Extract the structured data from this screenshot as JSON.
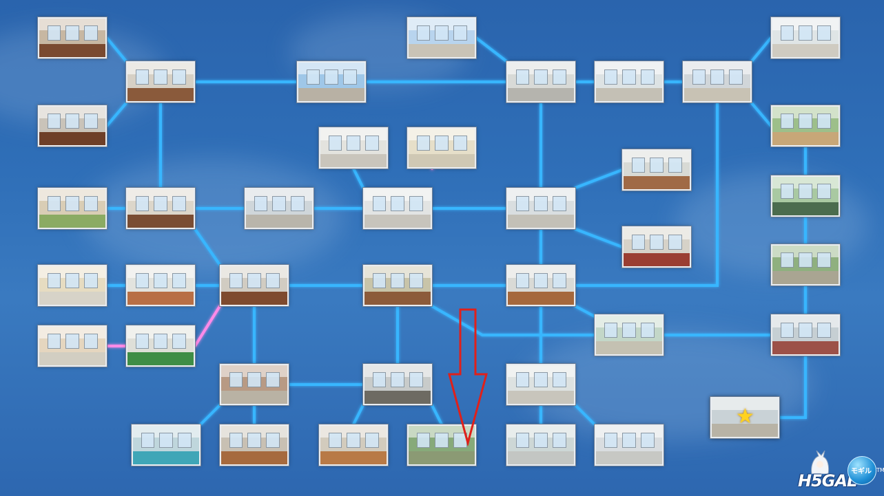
{
  "map": {
    "link_color": "#39b6ff",
    "link_glow": "#8fd9ff",
    "special_link_color": "#ff8be8",
    "arrow_color": "#e0201a"
  },
  "nodes": [
    {
      "id": "n_top_left_club",
      "icon": "club-room-scene",
      "tint": "#c7b7a2",
      "floor": "#7a4a30"
    },
    {
      "id": "n_lecture_room",
      "icon": "classroom-scene",
      "tint": "#c9c3b9",
      "floor": "#6e3f28"
    },
    {
      "id": "n_stairs_upper_left",
      "icon": "stairs-scene",
      "tint": "#d6d0c5",
      "floor": "#8a5a3b"
    },
    {
      "id": "n_rooftop_corridor",
      "icon": "exterior-walkway-scene",
      "tint": "#9fc7e8",
      "floor": "#b8b1a4"
    },
    {
      "id": "n_rooftop",
      "icon": "rooftop-scene",
      "tint": "#b8d4ee",
      "floor": "#c9c3b6"
    },
    {
      "id": "n_stairs_center",
      "icon": "stairwell-scene",
      "tint": "#d8dad7",
      "floor": "#b5b4ae"
    },
    {
      "id": "n_hallway_bright",
      "icon": "hallway-scene",
      "tint": "#dde3e4",
      "floor": "#c4c0b5"
    },
    {
      "id": "n_building_exterior",
      "icon": "courtyard-building-scene",
      "tint": "#d1d6d9",
      "floor": "#c8c2b4"
    },
    {
      "id": "n_cafeteria",
      "icon": "cafeteria-scene",
      "tint": "#dfe5e6",
      "floor": "#cfcbc1"
    },
    {
      "id": "n_athletic_field",
      "icon": "sports-field-scene",
      "tint": "#9dbf8a",
      "floor": "#c7a778"
    },
    {
      "id": "n_mens_restroom",
      "icon": "restroom-scene",
      "tint": "#e3e3de",
      "floor": "#c9c5bc"
    },
    {
      "id": "n_restroom_stalls",
      "icon": "restroom-stalls-scene",
      "tint": "#e6dfc9",
      "floor": "#cfc8b4"
    },
    {
      "id": "n_classroom_3",
      "icon": "classroom-scene",
      "tint": "#d8dad5",
      "floor": "#a06a46"
    },
    {
      "id": "n_japanese_room",
      "icon": "tatami-room-scene",
      "tint": "#d9cdb5",
      "floor": "#8bab63"
    },
    {
      "id": "n_stairs_left",
      "icon": "stairs-scene",
      "tint": "#dcd6ca",
      "floor": "#7a4d33"
    },
    {
      "id": "n_corridor_windows",
      "icon": "corridor-window-scene",
      "tint": "#cfd6da",
      "floor": "#b9b5ab"
    },
    {
      "id": "n_restroom_entrance",
      "icon": "restroom-entrance-scene",
      "tint": "#e2e4e3",
      "floor": "#c7c4bc"
    },
    {
      "id": "n_long_corridor",
      "icon": "long-corridor-scene",
      "tint": "#d9dee0",
      "floor": "#c3c0b7"
    },
    {
      "id": "n_lab",
      "icon": "science-lab-scene",
      "tint": "#d6d2c8",
      "floor": "#9a3e32"
    },
    {
      "id": "n_tennis_court",
      "icon": "tennis-court-scene",
      "tint": "#a9c9a2",
      "floor": "#4b6c4e"
    },
    {
      "id": "n_shower_room",
      "icon": "shower-scene",
      "tint": "#e6dcc1",
      "floor": "#d7d3c8"
    },
    {
      "id": "n_lockers",
      "icon": "locker-room-scene",
      "tint": "#e2e3de",
      "floor": "#b86f45"
    },
    {
      "id": "n_hall_wood",
      "icon": "wooden-hall-scene",
      "tint": "#d1ccc2",
      "floor": "#7e4a2e"
    },
    {
      "id": "n_library",
      "icon": "library-scene",
      "tint": "#c8c4a9",
      "floor": "#8c5b3a"
    },
    {
      "id": "n_shoe_lockers",
      "icon": "shoe-locker-scene",
      "tint": "#d9dad6",
      "floor": "#a5683c"
    },
    {
      "id": "n_tree_road",
      "icon": "tree-lined-road-scene",
      "tint": "#8fb07f",
      "floor": "#a9a592"
    },
    {
      "id": "n_changing_room",
      "icon": "changing-room-scene",
      "tint": "#e5d6bf",
      "floor": "#d2cec2"
    },
    {
      "id": "n_lockers_green",
      "icon": "green-locker-room-scene",
      "tint": "#dedfd8",
      "floor": "#3f8d46"
    },
    {
      "id": "n_school_gate",
      "icon": "school-gate-scene",
      "tint": "#c3d7c8",
      "floor": "#c4c1b2"
    },
    {
      "id": "n_street",
      "icon": "street-scene",
      "tint": "#c6cfd3",
      "floor": "#9c5148"
    },
    {
      "id": "n_covered_entrance",
      "icon": "entrance-hall-scene",
      "tint": "#b89a84",
      "floor": "#b9b2a4"
    },
    {
      "id": "n_back_alley",
      "icon": "back-alley-scene",
      "tint": "#c8cbca",
      "floor": "#6d6a62"
    },
    {
      "id": "n_corridor_lower",
      "icon": "corridor-scene",
      "tint": "#dde2e1",
      "floor": "#c8c5bc"
    },
    {
      "id": "n_shopping_street",
      "icon": "shopping-street-scene",
      "tint": "#c9d2d6",
      "floor": "#b8b3a6"
    },
    {
      "id": "n_pool",
      "icon": "swimming-pool-scene",
      "tint": "#bfd6dc",
      "floor": "#3fa6b7"
    },
    {
      "id": "n_gym_hall",
      "icon": "gym-hall-scene",
      "tint": "#c8c0b3",
      "floor": "#a66a3e"
    },
    {
      "id": "n_gymnasium",
      "icon": "gymnasium-scene",
      "tint": "#d2cbbd",
      "floor": "#b87a46"
    },
    {
      "id": "n_backyard_wall",
      "icon": "backyard-scene",
      "tint": "#87aa7a",
      "floor": "#8b9a74"
    },
    {
      "id": "n_science_room",
      "icon": "science-room-scene",
      "tint": "#cdd7d6",
      "floor": "#c3c6c3"
    },
    {
      "id": "n_infirmary",
      "icon": "infirmary-scene",
      "tint": "#d9dde0",
      "floor": "#c7c8c4"
    }
  ],
  "current_location": {
    "icon": "star-icon"
  },
  "logo": {
    "text": "H5GAL",
    "badge": "モギル",
    "tm": "TM"
  }
}
